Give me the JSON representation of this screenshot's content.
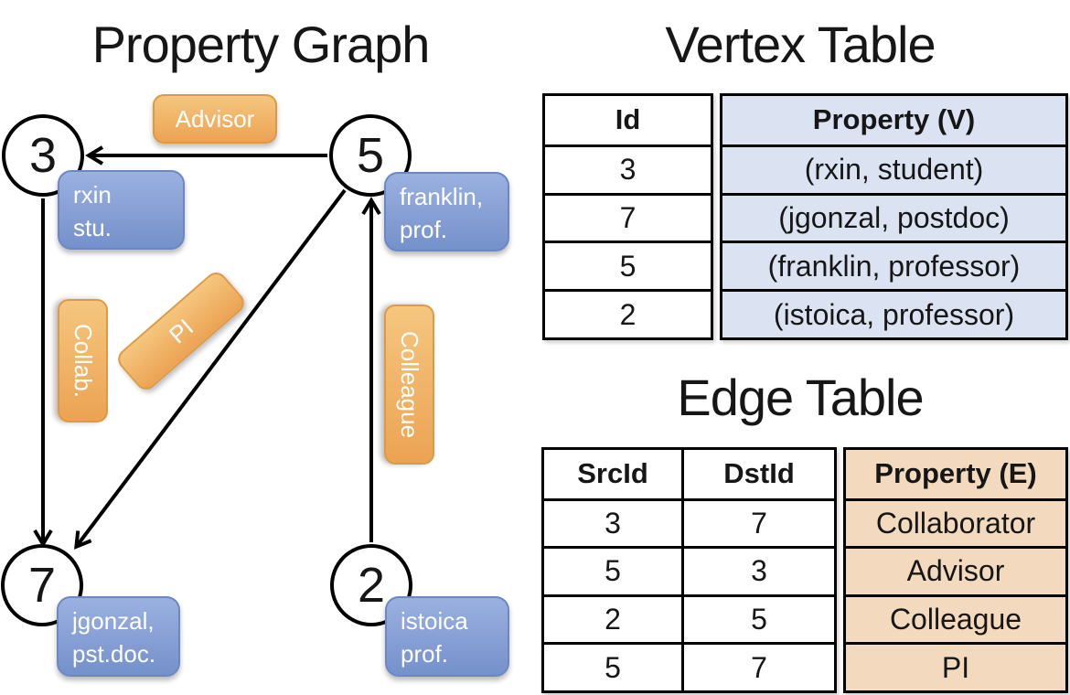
{
  "graph": {
    "title": "Property Graph",
    "vertices": [
      {
        "id": "3",
        "line1": "rxin",
        "line2": "stu."
      },
      {
        "id": "5",
        "line1": "franklin,",
        "line2": "prof."
      },
      {
        "id": "7",
        "line1": "jgonzal,",
        "line2": "pst.doc."
      },
      {
        "id": "2",
        "line1": "istoica",
        "line2": "prof."
      }
    ],
    "edge_labels": {
      "advisor": "Advisor",
      "collab": "Collab.",
      "pi": "PI",
      "colleague": "Colleague"
    }
  },
  "vertex_table": {
    "title": "Vertex Table",
    "columns": [
      "Id",
      "Property (V)"
    ],
    "rows": [
      [
        "3",
        "(rxin, student)"
      ],
      [
        "7",
        "(jgonzal, postdoc)"
      ],
      [
        "5",
        "(franklin, professor)"
      ],
      [
        "2",
        "(istoica, professor)"
      ]
    ]
  },
  "edge_table": {
    "title": "Edge Table",
    "columns": [
      "SrcId",
      "DstId",
      "Property (E)"
    ],
    "rows": [
      [
        "3",
        "7",
        "Collaborator"
      ],
      [
        "5",
        "3",
        "Advisor"
      ],
      [
        "2",
        "5",
        "Colleague"
      ],
      [
        "5",
        "7",
        "PI"
      ]
    ]
  },
  "colors": {
    "node_stroke": "#000000",
    "vertex_box_top": "#9ab1e0",
    "vertex_box_bottom": "#7591cb",
    "edge_label_top": "#f5c67f",
    "edge_label_bottom": "#eca353",
    "vertex_table_fill": "#dbe3f3",
    "edge_table_fill": "#f3d9bd"
  }
}
